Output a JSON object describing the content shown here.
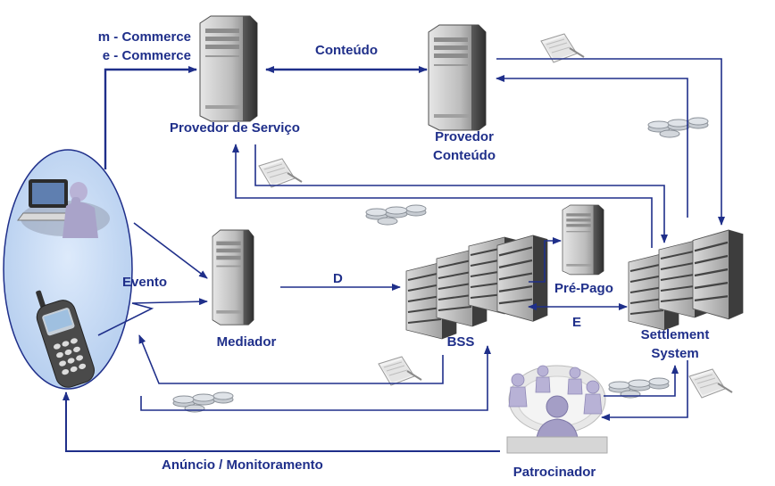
{
  "labels": {
    "mcommerce": "m - Commerce",
    "ecommerce": "e - Commerce",
    "conteudo": "Conteúdo",
    "provedor_servico": "Provedor de Serviço",
    "provedor_conteudo_line1": "Provedor",
    "provedor_conteudo_line2": "Conteúdo",
    "evento": "Evento",
    "mediador": "Mediador",
    "d": "D",
    "bss": "BSS",
    "pre_pago": "Pré-Pago",
    "e": "E",
    "settlement_line1": "Settlement",
    "settlement_line2": "System",
    "patrocinador": "Patrocinador",
    "anuncio": "Anúncio  /  Monitoramento"
  },
  "colors": {
    "arrow": "#1f2f8a",
    "label": "#1f2f8a",
    "ellipse_fill": "#c9ddf6",
    "server_body": "#7d7d7d",
    "server_light": "#c9c9c9"
  },
  "icons": {
    "user_device": "person-at-computer-icon",
    "phone": "mobile-phone-icon",
    "server": "server-tower-icon",
    "server_rack": "server-rack-icon",
    "document": "document-icon",
    "coins": "coins-icon",
    "sponsor": "people-group-icon"
  }
}
